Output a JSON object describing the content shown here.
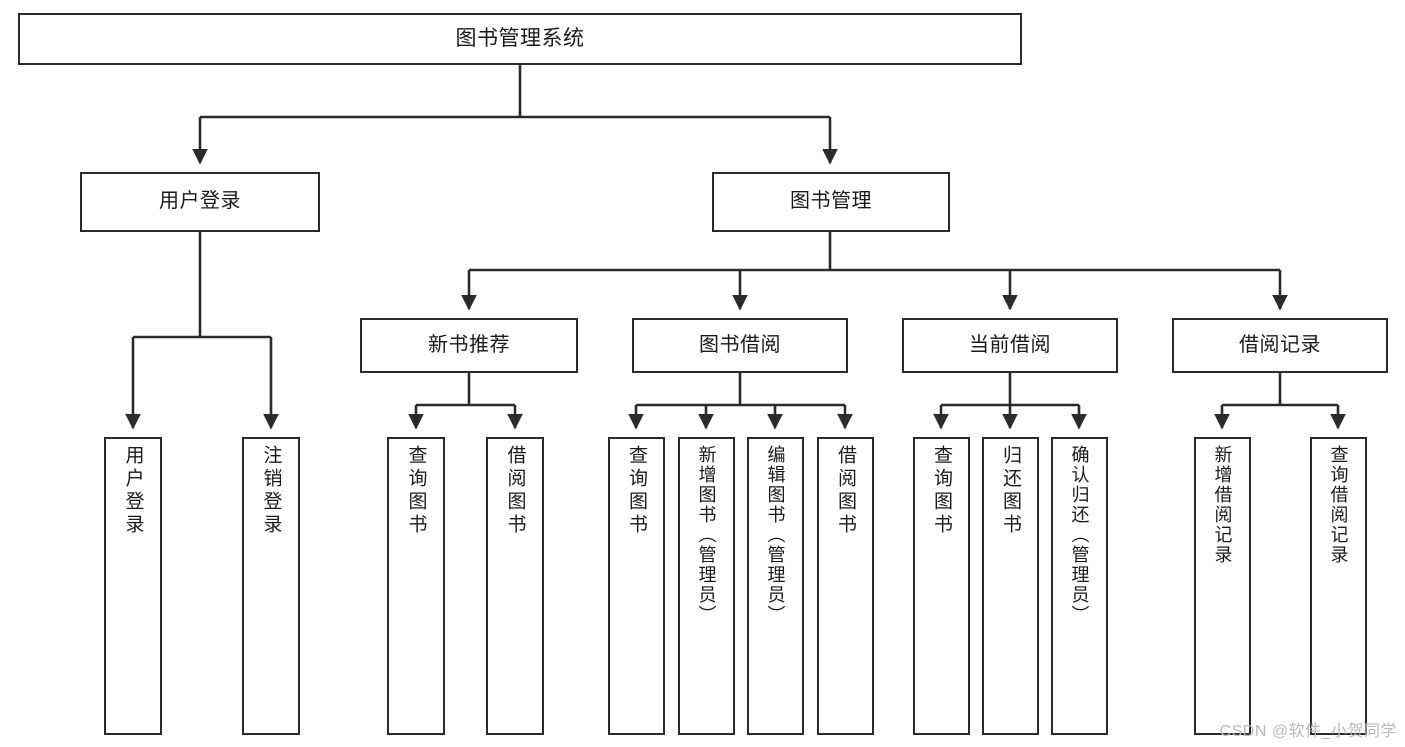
{
  "diagram": {
    "title": "图书管理系统",
    "type": "tree",
    "watermark": "CSDN @软件_小贺同学",
    "colors": {
      "background": "#ffffff",
      "box_border": "#2b2b2b",
      "box_fill": "#ffffff",
      "connector": "#2b2b2b",
      "text": "#1a1a1a",
      "watermark": "#b9b9b9"
    },
    "root": {
      "label": "图书管理系统"
    },
    "level2": [
      {
        "label": "用户登录"
      },
      {
        "label": "图书管理"
      }
    ],
    "level3": [
      {
        "label": "新书推荐"
      },
      {
        "label": "图书借阅"
      },
      {
        "label": "当前借阅"
      },
      {
        "label": "借阅记录"
      }
    ],
    "leaves": {
      "user_login": [
        {
          "label": "用户登录"
        },
        {
          "label": "注销登录"
        }
      ],
      "new_book_recommend": [
        {
          "label": "查询图书"
        },
        {
          "label": "借阅图书"
        }
      ],
      "book_borrow": [
        {
          "label": "查询图书"
        },
        {
          "label": "新增图书（管理员）"
        },
        {
          "label": "编辑图书（管理员）"
        },
        {
          "label": "借阅图书"
        }
      ],
      "current_borrow": [
        {
          "label": "查询图书"
        },
        {
          "label": "归还图书"
        },
        {
          "label": "确认归还（管理员）"
        }
      ],
      "borrow_record": [
        {
          "label": "新增借阅记录"
        },
        {
          "label": "查询借阅记录"
        }
      ]
    }
  }
}
